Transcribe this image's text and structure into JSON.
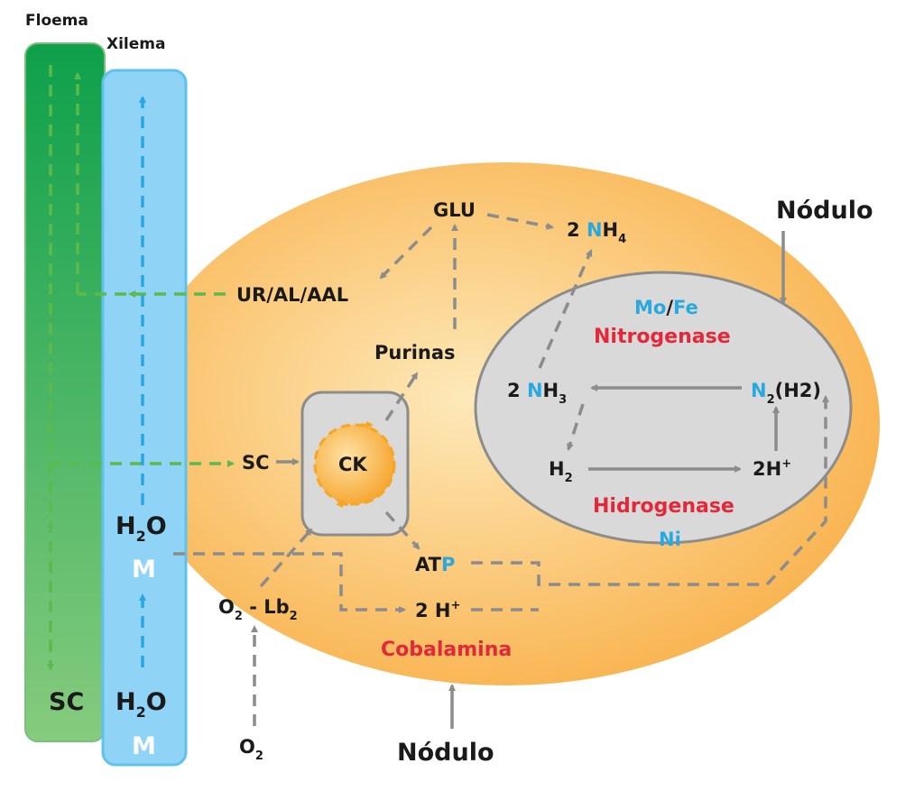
{
  "colors": {
    "phloem_dark": "#0ea04b",
    "phloem_light": "#7cc67f",
    "xylem": "#8fd3f6",
    "xylem_border": "#5ec2ee",
    "nodule_fill_center": "#fde9b9",
    "nodule_fill_edge": "#f9b24d",
    "bacteroid_fill": "#d9d9d9",
    "arrow_gray": "#8c8c8c",
    "arrow_green": "#5cb94c",
    "arrow_blue": "#2aa7e0",
    "text_red": "#e3283a",
    "text_blue": "#29a9e1"
  },
  "labels": {
    "floema": "Floema",
    "xilema": "Xilema",
    "nodulo_top": "Nódulo",
    "nodulo_bottom": "Nódulo",
    "glu": "GLU",
    "nh4_coef": "2 ",
    "nh4_n": "N",
    "nh4_h": "H",
    "nh4_sub": "4",
    "ur_al_aal": "UR/AL/AAL",
    "purinas": "Purinas",
    "sc_mid": "SC",
    "ck": "CK",
    "atp_at": "AT",
    "atp_p": "P",
    "two_h_plus": "2 H",
    "two_h_plus_sup": "+",
    "cobalamina": "Cobalamina",
    "o2_lb2_o": "O",
    "o2_lb2_sub": "2",
    "o2_lb2_rest": " - Lb",
    "o2_lb2_sub2": "2",
    "o2_bottom_o": "O",
    "o2_bottom_sub": "2",
    "mo": "Mo",
    "slash": "/",
    "fe": "Fe",
    "nitrogenase": "Nitrogenase",
    "nh3_coef": "2 ",
    "nh3_n": "N",
    "nh3_h": "H",
    "nh3_sub": "3",
    "n2_n": "N",
    "n2_sub": "2",
    "n2_rest": "(H2)",
    "h2_h": "H",
    "h2_sub": "2",
    "two_h_plus_right": "2H",
    "two_h_plus_right_sup": "+",
    "hidrogenase": "Hidrogenase",
    "ni": "Ni",
    "h2o_upper_h": "H",
    "h2o_upper_sub": "2",
    "h2o_upper_o": "O",
    "m_upper": "M",
    "sc_bottom": "SC",
    "h2o_lower_h": "H",
    "h2o_lower_sub": "2",
    "h2o_lower_o": "O",
    "m_lower": "M"
  }
}
